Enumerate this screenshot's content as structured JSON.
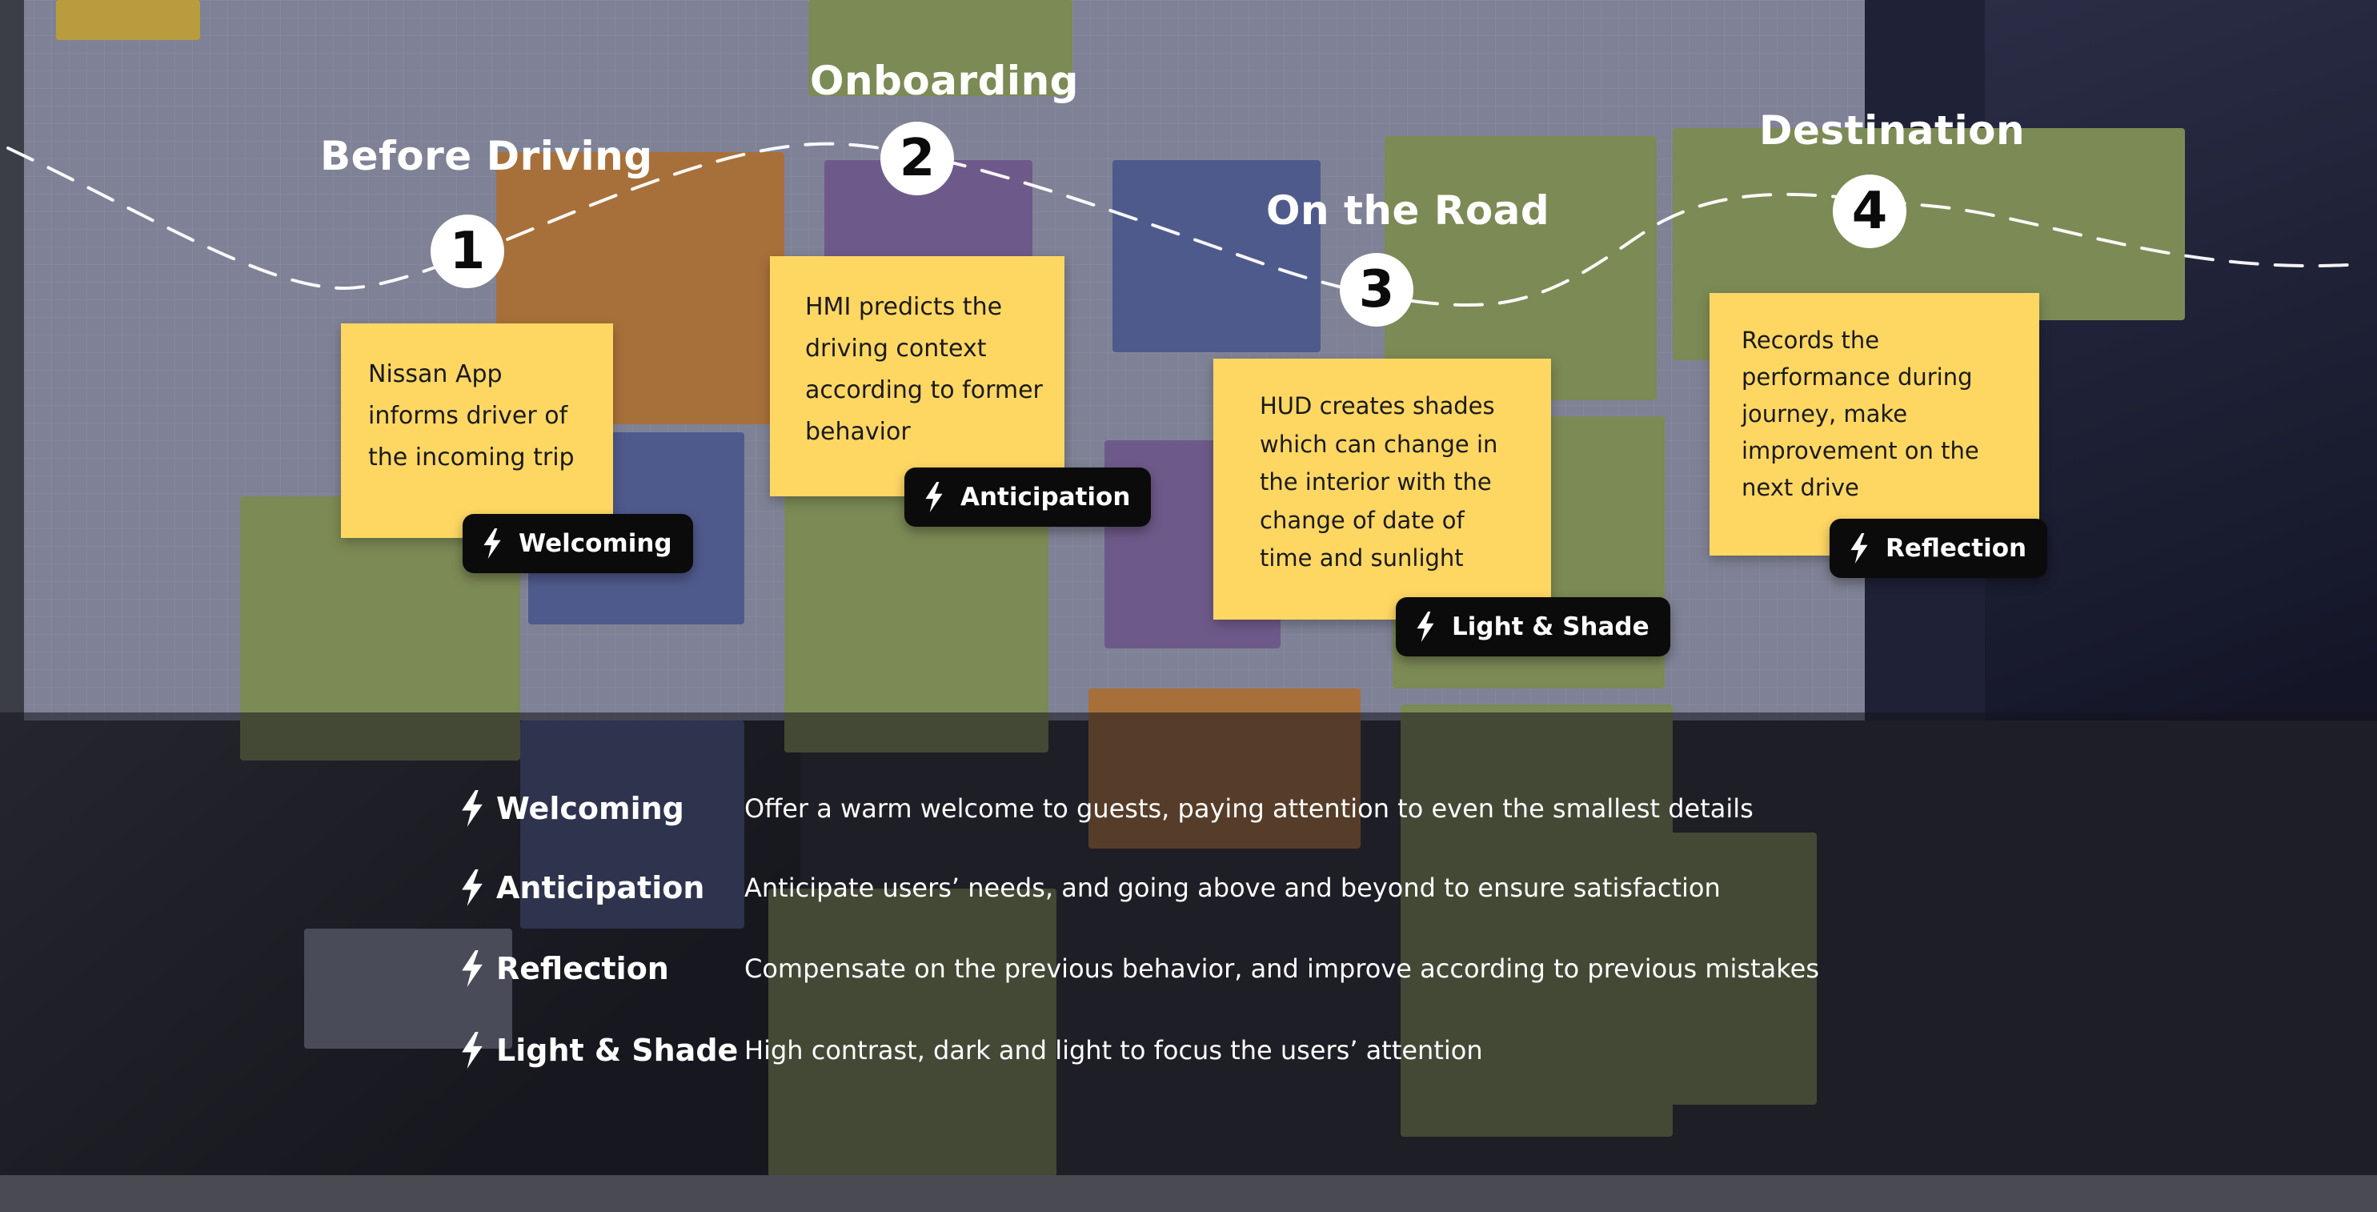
{
  "stages": [
    {
      "title": "Before Driving",
      "number": "1",
      "note": "Nissan App informs driver of the incoming trip",
      "note_lines": [
        "Nissan App",
        "informs driver of",
        "the incoming trip"
      ],
      "tag": "Welcoming"
    },
    {
      "title": "Onboarding",
      "number": "2",
      "note": "HMI predicts the driving context according to former behavior",
      "note_lines": [
        "HMI predicts the",
        "driving context",
        "according to former",
        "behavior"
      ],
      "tag": "Anticipation"
    },
    {
      "title": "On the Road",
      "number": "3",
      "note": "HUD creates shades which can change in the interior with the change of date of time and sunlight",
      "note_lines": [
        "HUD creates shades",
        "which can change in",
        "the interior with the",
        "change of date of",
        "time and sunlight"
      ],
      "tag": "Light & Shade"
    },
    {
      "title": "Destination",
      "number": "4",
      "note": "Records the performance during journey, make improvement on the next drive",
      "note_lines": [
        "Records the",
        "performance during",
        "journey, make",
        "improvement on the",
        "next drive"
      ],
      "tag": "Reflection"
    }
  ],
  "legend": [
    {
      "term": "Welcoming",
      "description": "Offer a warm welcome to guests, paying attention to even the smallest details"
    },
    {
      "term": "Anticipation",
      "description": "Anticipate users’ needs, and going above and beyond to ensure satisfaction"
    },
    {
      "term": "Reflection",
      "description": "Compensate on the previous behavior, and improve according to previous mistakes"
    },
    {
      "term": "Light & Shade",
      "description": "High contrast, dark and light to focus the users’ attention"
    }
  ],
  "icons": {
    "tag_icon": "lightning-bolt-icon",
    "legend_icon": "lightning-bolt-icon"
  },
  "colors": {
    "note": "#fed763",
    "tag": "#0b0b0b",
    "route": "#ffffff",
    "number_badge": "#ffffff"
  }
}
